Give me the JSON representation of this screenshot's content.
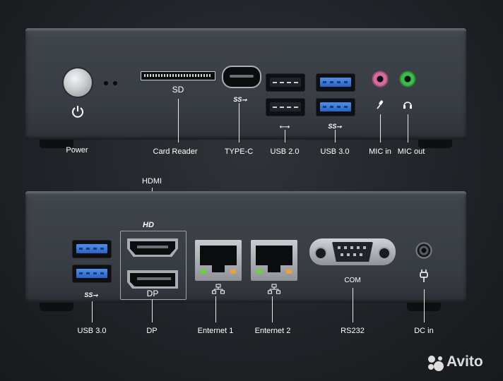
{
  "top_panel": {
    "labels": {
      "power": "Power",
      "sd": "SD",
      "card_reader": "Card Reader",
      "type_c": "TYPE-C",
      "usb20": "USB 2.0",
      "usb30": "USB 3.0",
      "mic_in": "MIC in",
      "mic_out": "MIC out"
    },
    "symbols": {
      "ss_usb_typec": "SS⭢",
      "usb20_symbol": "⭠⭢",
      "ss_usb30": "SS⭢"
    }
  },
  "bottom_panel": {
    "labels": {
      "hdmi": "HDMI",
      "hd_mark": "HD",
      "dp_on_port": "DP",
      "usb30": "USB 3.0",
      "dp": "DP",
      "eth1": "Enternet 1",
      "eth2": "Enternet 2",
      "com": "COM",
      "rs232": "RS232",
      "dc_in": "DC in"
    },
    "symbols": {
      "ss_usb30": "SS⭢"
    }
  },
  "watermark": {
    "text": "Avito"
  },
  "colors": {
    "usb3_blue": "#3a78dc",
    "mic_pink": "#d86aa0",
    "mic_green": "#3dbb4a",
    "led_green": "#6cd23a",
    "led_orange": "#e8a33a"
  }
}
